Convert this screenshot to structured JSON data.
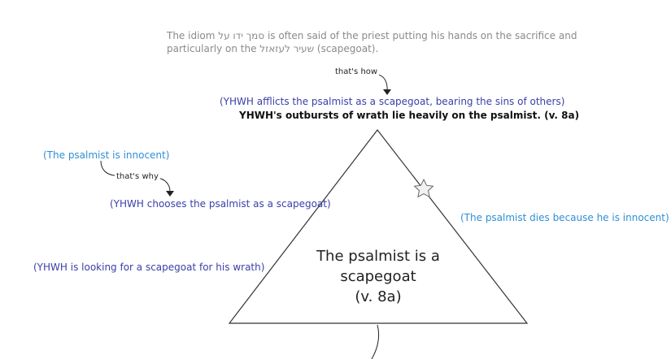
{
  "note": {
    "line1_pre": "The idiom ",
    "line1_hebrew": "סמך ידו על",
    "line1_post": " is often said of the priest putting his hands on the sacrifice and",
    "line2_pre": "particularly on the ",
    "line2_hebrew": "שעיר לעזאזל",
    "line2_post": " (scapegoat)."
  },
  "connectors": {
    "thats_how": "that's how",
    "thats_why": "that's why"
  },
  "top": {
    "implication": "(YHWH afflicts the psalmist as a scapegoat, bearing the sins of others)",
    "claim": "YHWH's outbursts of wrath lie heavily on the psalmist. (v. 8a)"
  },
  "left": {
    "innocent": "(The psalmist is innocent)",
    "chooses": "(YHWH chooses the psalmist as a scapegoat)",
    "looking": "(YHWH is looking for a scapegoat for his wrath)"
  },
  "right": {
    "dies": "(The psalmist dies because he is innocent)"
  },
  "triangle": {
    "line1": "The psalmist is a",
    "line2": "scapegoat",
    "line3": "(v. 8a)"
  },
  "colors": {
    "gray_text": "#8a8a8a",
    "dark_blue": "#3a40a8",
    "light_blue": "#2f8fd6",
    "outline": "#333333"
  },
  "icons": {
    "star": "star-icon"
  }
}
